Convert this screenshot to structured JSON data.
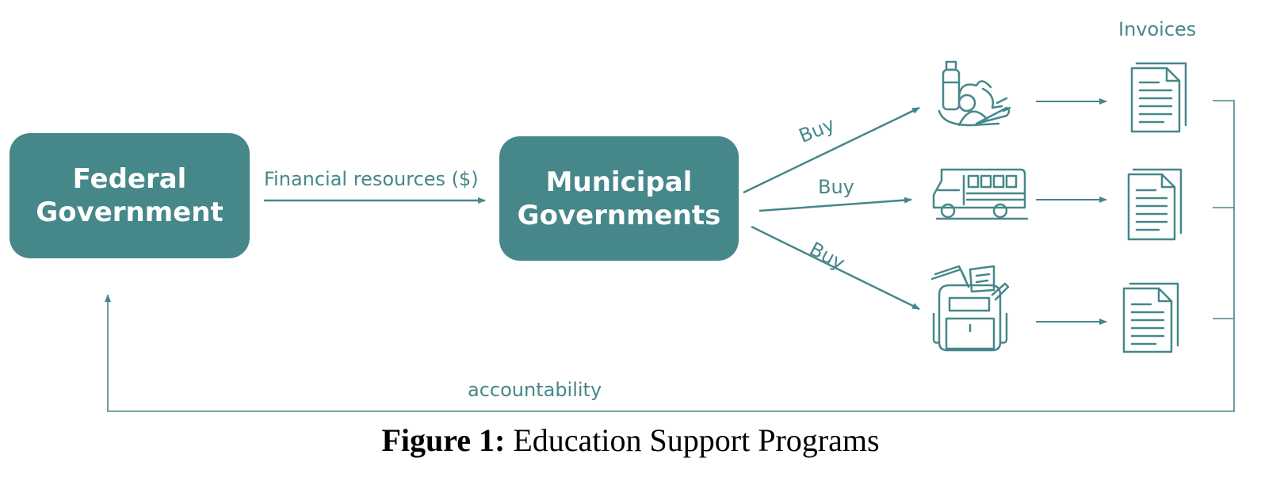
{
  "colors": {
    "primary": "#46878a",
    "caption_text": "#000000",
    "background": "#ffffff"
  },
  "nodes": {
    "federal": {
      "line1": "Federal",
      "line2": "Government"
    },
    "municipal": {
      "line1": "Municipal",
      "line2": "Governments"
    }
  },
  "edges": {
    "financial_label": "Financial resources ($)",
    "buy_label": "Buy",
    "accountability_label": "accountability"
  },
  "invoices_label": "Invoices",
  "purchases": [
    {
      "name": "food",
      "icon": "groceries-icon"
    },
    {
      "name": "transport",
      "icon": "school-bus-icon"
    },
    {
      "name": "school-supplies",
      "icon": "backpack-icon"
    }
  ],
  "caption": {
    "prefix": "Figure 1:",
    "text": " Education Support Programs"
  }
}
